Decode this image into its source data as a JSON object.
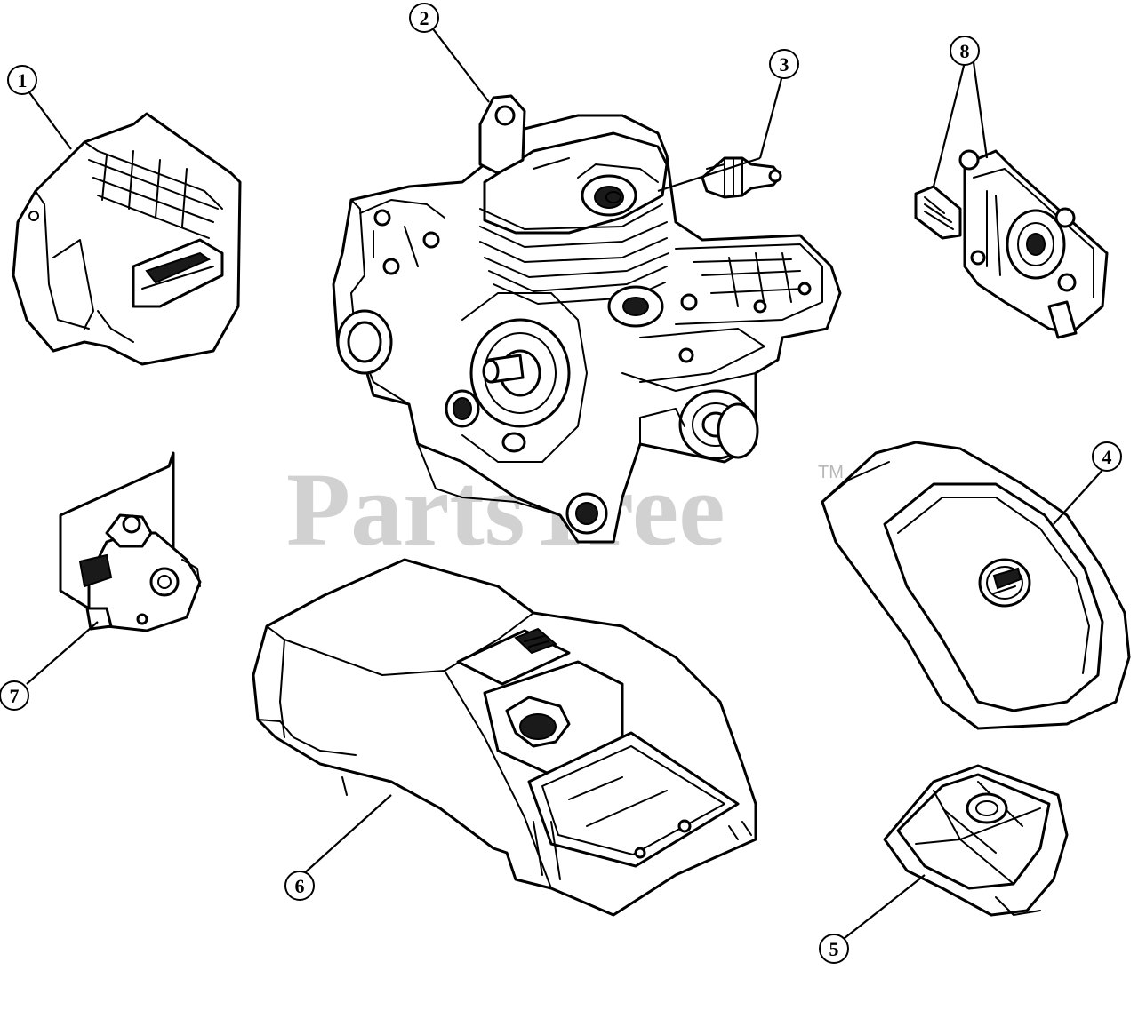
{
  "watermark": {
    "text": "PartsTree",
    "trademark": "TM"
  },
  "callouts": [
    "1",
    "2",
    "3",
    "4",
    "5",
    "6",
    "7",
    "8"
  ]
}
